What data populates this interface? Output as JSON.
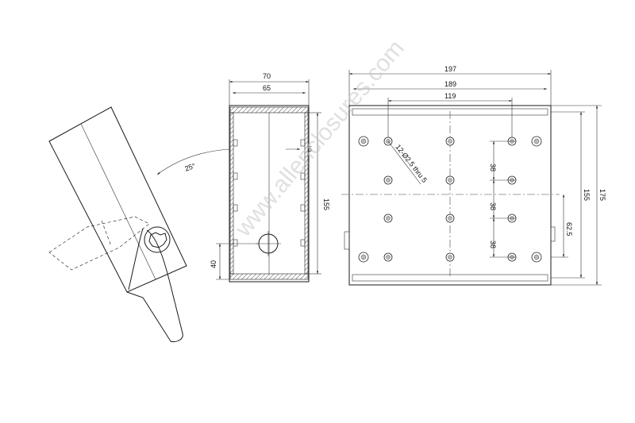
{
  "watermark": "www.allenclosures.com",
  "side_view": {
    "angle_label": "25°"
  },
  "section_view": {
    "dims": {
      "outer_width": "70",
      "inner_width": "65",
      "slot": "5",
      "height": "155",
      "hole_height": "40"
    }
  },
  "plan_view": {
    "dims": {
      "overall_length": "197",
      "plate_length": "189",
      "hole_span": "119",
      "pitch_1": "38",
      "pitch_2": "38",
      "pitch_3": "38",
      "half_height": "62.5",
      "plate_height": "155",
      "overall_height": "175",
      "hole_callout": "12-Ø2.5 thru 5"
    }
  }
}
